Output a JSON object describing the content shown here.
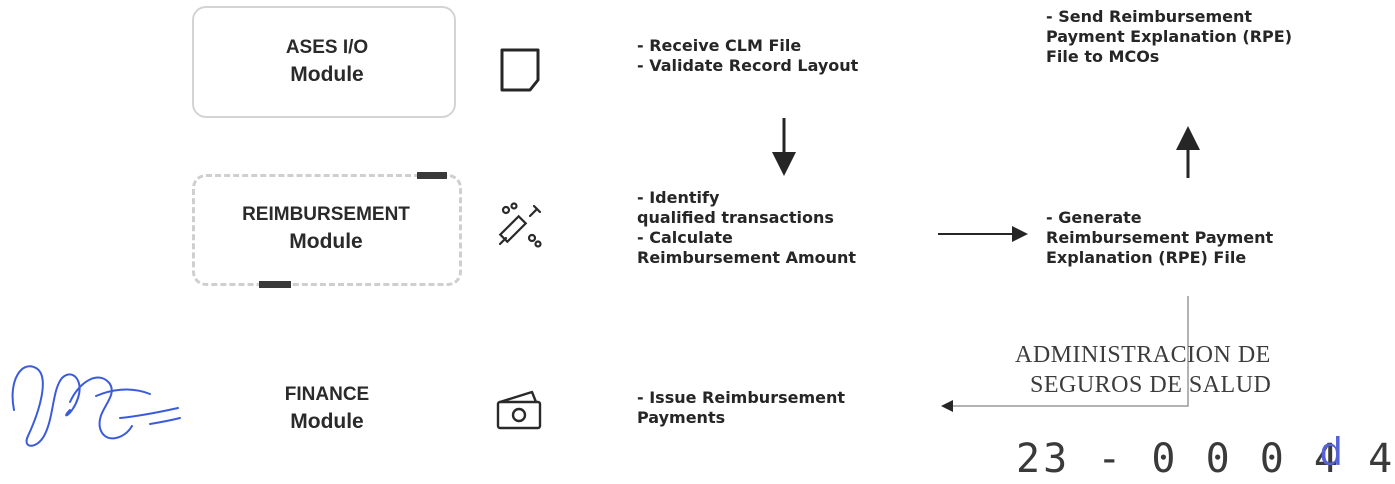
{
  "modules": {
    "ases": {
      "line1": "ASES I/O",
      "line2": "Module",
      "icon": "document-icon"
    },
    "reimbursement": {
      "line1": "REIMBURSEMENT",
      "line2": "Module",
      "icon": "syringe-icon"
    },
    "finance": {
      "line1": "FINANCE",
      "line2": "Module",
      "icon": "payment-icon"
    }
  },
  "steps": {
    "receive": "- Receive CLM File\n- Validate Record Layout",
    "identify": "- Identify\nqualified transactions\n- Calculate\nReimbursement Amount",
    "issue": "- Issue Reimbursement\nPayments",
    "send": "- Send Reimbursement\nPayment Explanation (RPE)\nFile to MCOs",
    "generate": "- Generate\nReimbursement Payment\nExplanation (RPE) File"
  },
  "stamp": {
    "line1": "ADMINISTRACION DE",
    "line2": "SEGUROS DE SALUD",
    "number": "23 - 0 0 0 4 4",
    "handwritten_suffix": "d"
  },
  "colors": {
    "text": "#262626",
    "signature_ink": "#3b5bdb",
    "box_border": "#d4d4d4"
  }
}
